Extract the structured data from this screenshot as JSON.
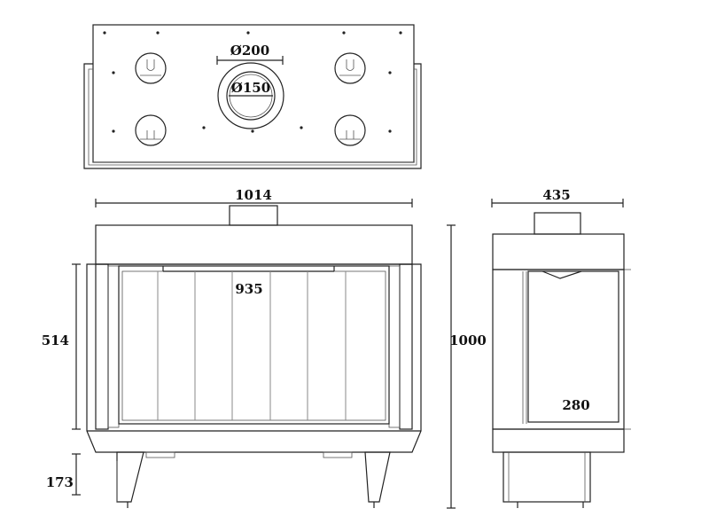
{
  "dimensions": {
    "flue_outer": "Ø200",
    "flue_inner": "Ø150",
    "front_width": "1014",
    "glass_width": "935",
    "glass_height": "514",
    "leg_height": "173",
    "total_height": "1000",
    "side_depth": "435",
    "side_glass": "280"
  }
}
